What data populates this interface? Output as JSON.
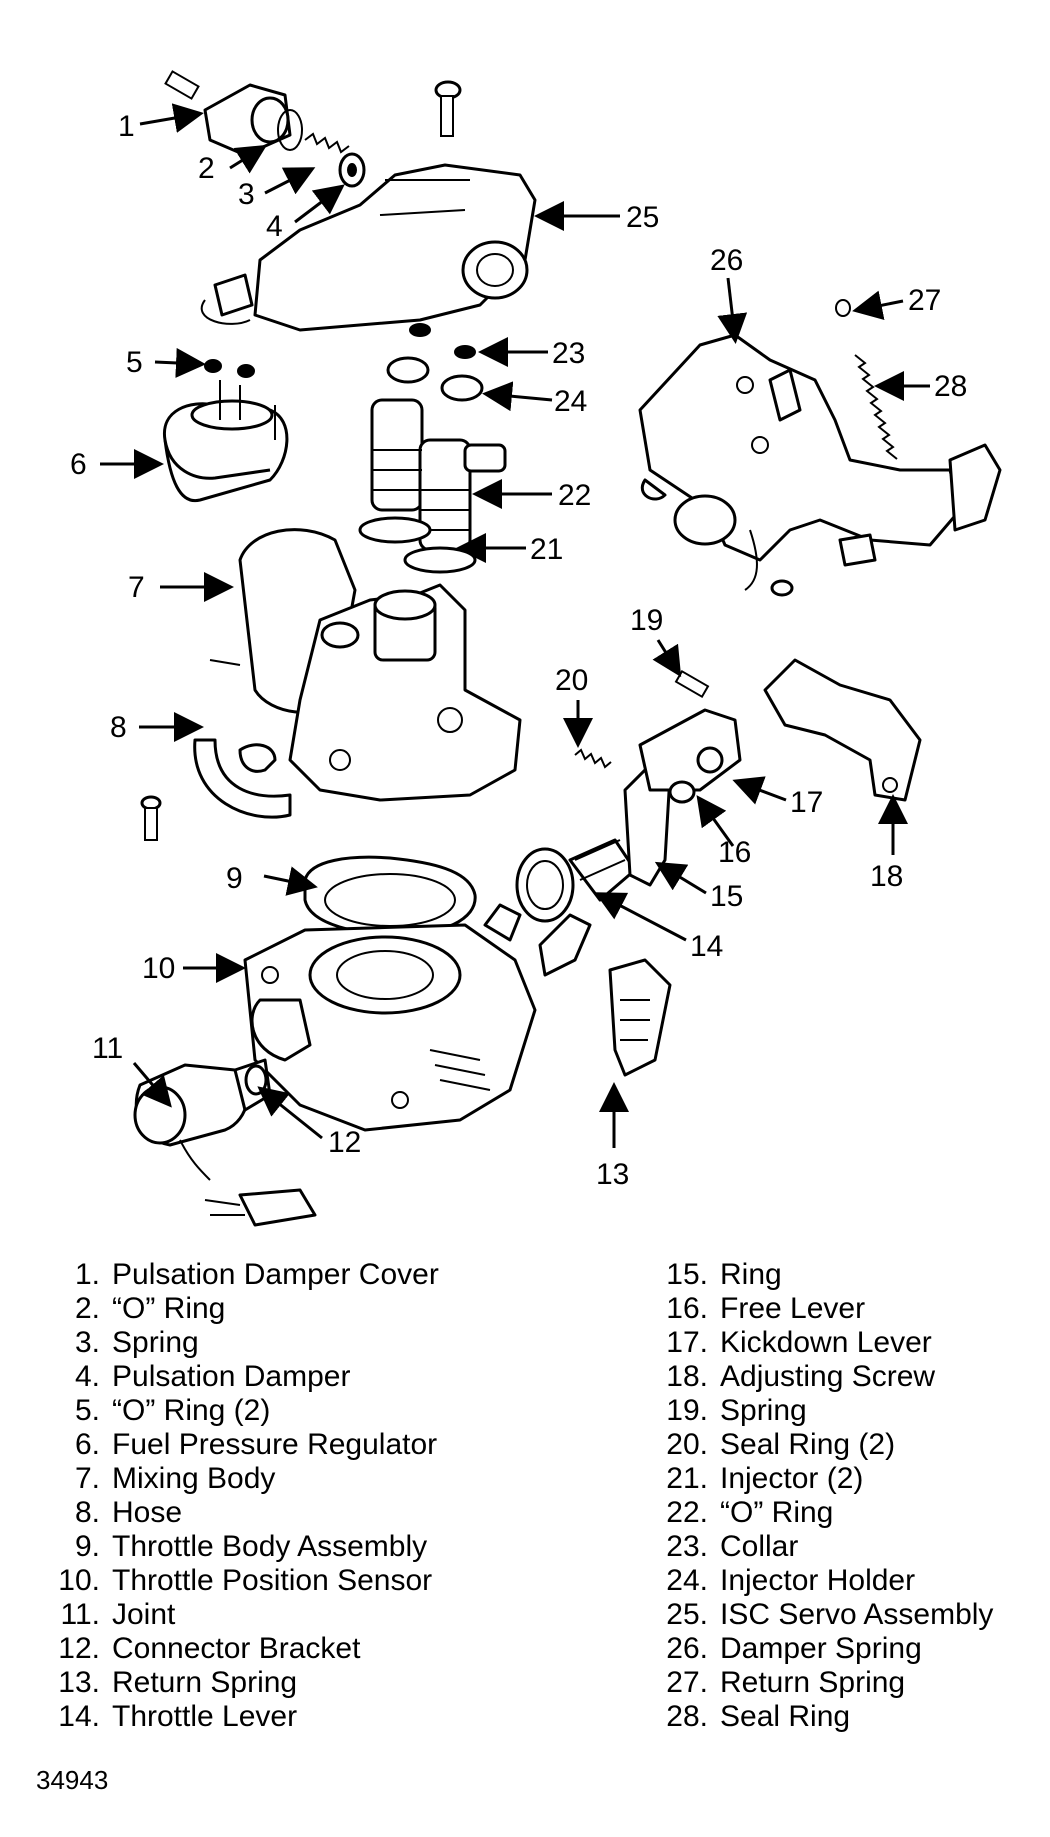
{
  "figure_id": "34943",
  "parts": [
    {
      "number": "1.",
      "name": "Pulsation Damper Cover"
    },
    {
      "number": "2.",
      "name": "“O” Ring"
    },
    {
      "number": "3.",
      "name": "Spring"
    },
    {
      "number": "4.",
      "name": "Pulsation Damper"
    },
    {
      "number": "5.",
      "name": "“O” Ring (2)"
    },
    {
      "number": "6.",
      "name": "Fuel Pressure Regulator"
    },
    {
      "number": "7.",
      "name": "Mixing Body"
    },
    {
      "number": "8.",
      "name": "Hose"
    },
    {
      "number": "9.",
      "name": "Throttle Body Assembly"
    },
    {
      "number": "10.",
      "name": "Throttle Position Sensor"
    },
    {
      "number": "11.",
      "name": "Joint"
    },
    {
      "number": "12.",
      "name": "Connector Bracket"
    },
    {
      "number": "13.",
      "name": "Return Spring"
    },
    {
      "number": "14.",
      "name": "Throttle Lever"
    },
    {
      "number": "15.",
      "name": "Ring"
    },
    {
      "number": "16.",
      "name": "Free Lever"
    },
    {
      "number": "17.",
      "name": "Kickdown Lever"
    },
    {
      "number": "18.",
      "name": "Adjusting Screw"
    },
    {
      "number": "19.",
      "name": "Spring"
    },
    {
      "number": "20.",
      "name": "Seal Ring (2)"
    },
    {
      "number": "21.",
      "name": "Injector (2)"
    },
    {
      "number": "22.",
      "name": "“O” Ring"
    },
    {
      "number": "23.",
      "name": "Collar"
    },
    {
      "number": "24.",
      "name": "Injector Holder"
    },
    {
      "number": "25.",
      "name": "ISC Servo Assembly"
    },
    {
      "number": "26.",
      "name": "Damper Spring"
    },
    {
      "number": "27.",
      "name": "Return Spring"
    },
    {
      "number": "28.",
      "name": "Seal Ring"
    }
  ],
  "callouts": [
    "1",
    "2",
    "3",
    "4",
    "5",
    "6",
    "7",
    "8",
    "9",
    "10",
    "11",
    "12",
    "13",
    "14",
    "15",
    "16",
    "17",
    "18",
    "19",
    "20",
    "21",
    "22",
    "23",
    "24",
    "25",
    "26",
    "27",
    "28"
  ]
}
